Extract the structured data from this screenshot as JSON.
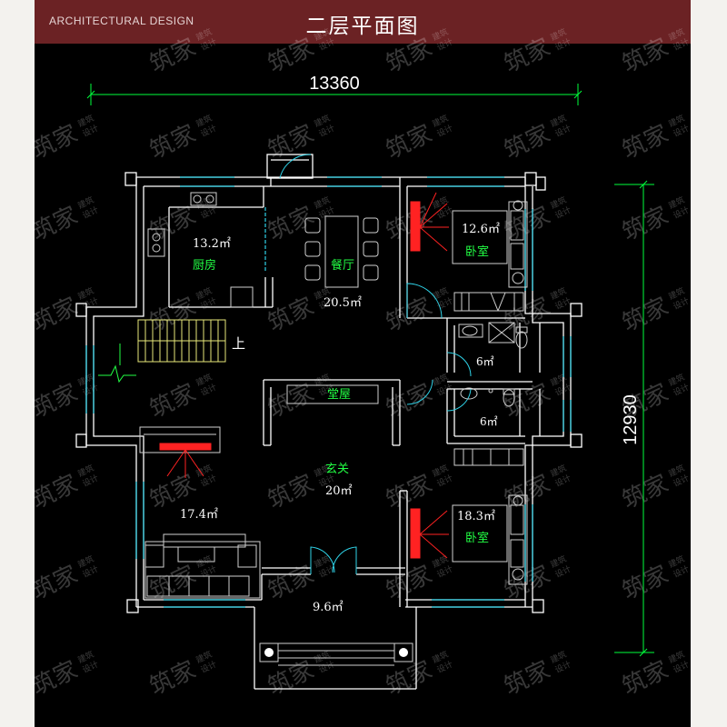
{
  "header": {
    "subtitle": "ARCHITECTURAL DESIGN",
    "title": "二层平面图"
  },
  "dimensions": {
    "width": "13360",
    "height": "12930"
  },
  "rooms": {
    "kitchen_area": "13.2㎡",
    "kitchen_name": "厨房",
    "dining_name": "餐厅",
    "dining_area": "20.5㎡",
    "bedroom1_area": "12.6㎡",
    "bedroom1_name": "卧室",
    "bath1_area": "6㎡",
    "bath2_area": "6㎡",
    "shrine_name": "堂屋",
    "hall_name": "玄关",
    "hall_area": "20㎡",
    "living_area": "17.4㎡",
    "bedroom2_area": "18.3㎡",
    "bedroom2_name": "卧室",
    "porch_area": "9.6㎡",
    "stair_label": "上"
  },
  "watermark": {
    "main": "筑家",
    "small_top": "建筑",
    "small_bottom": "设计"
  },
  "colors": {
    "header_bg": "#6b2224",
    "walls": "#ffffff",
    "dimension_lines": "#00ff3c",
    "windows": "#2fd3e8",
    "stairs": "#e8e87a",
    "fireplace": "#ff2222",
    "room_name": "#22ff44"
  }
}
